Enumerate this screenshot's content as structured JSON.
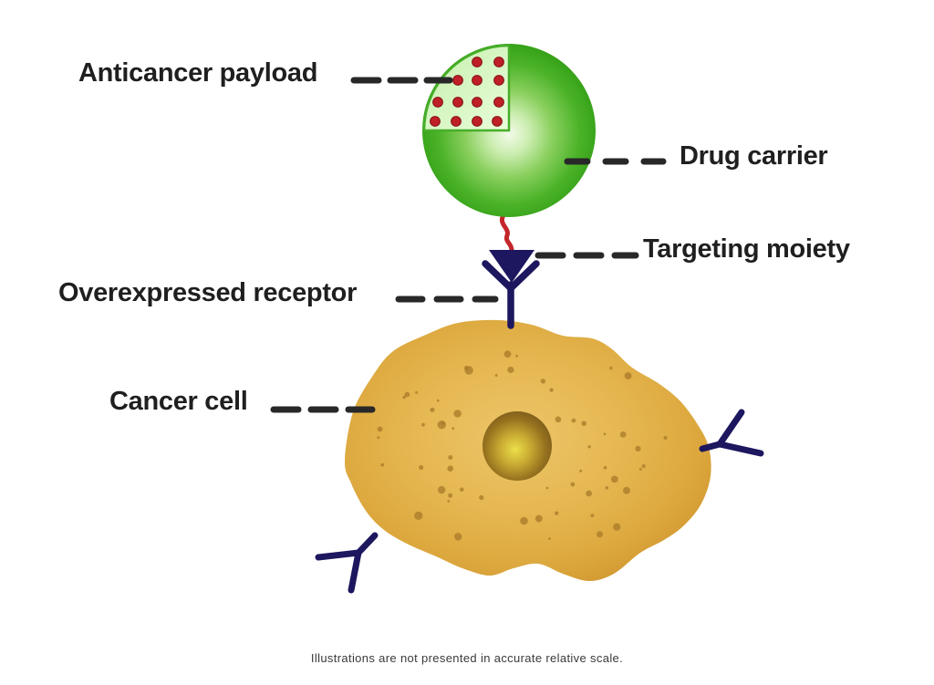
{
  "diagram": {
    "title_present": false,
    "labels": {
      "payload": "Anticancer payload",
      "carrier": "Drug carrier",
      "moiety": "Targeting moiety",
      "receptor": "Overexpressed receptor",
      "cell": "Cancer cell"
    },
    "caption": "Illustrations are not presented in accurate relative scale."
  },
  "colors": {
    "text": "#1f1f1f",
    "caption": "#3a3a3a",
    "dash": "#282828",
    "navy": "#1d175f",
    "red": "#bf2026",
    "redDark": "#8c1319",
    "linker": "#c3262b",
    "carrierGreen": "#35a118",
    "carrierHighlight": "#f3fae9",
    "payloadBg": "#d3f5bd",
    "payloadBorder": "#47ae2a",
    "cellGold": "#d19730",
    "cellGoldLight": "#ecc468",
    "cellDot": "#ab7d2a",
    "nucleusDark": "#7c5c1a",
    "nucleusLight": "#ecdf4a"
  }
}
